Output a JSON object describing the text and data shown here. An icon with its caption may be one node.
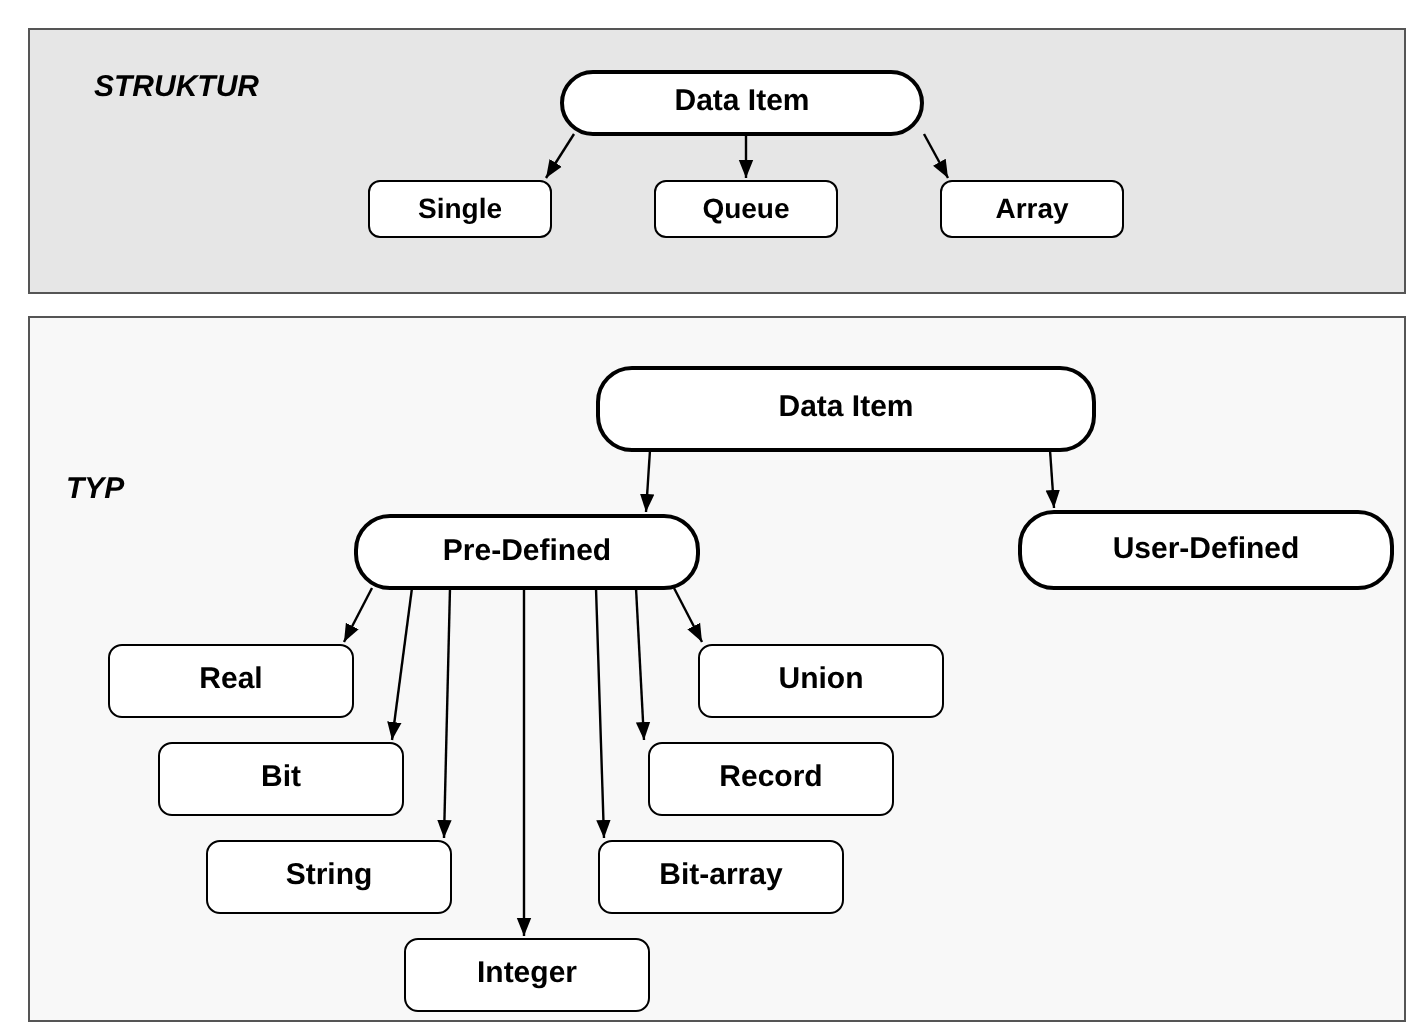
{
  "diagram": {
    "nodes": [
      {
        "text": [
          "STRUKTUR"
        ]
      },
      {
        "text": [
          "Data Item"
        ],
        "in": 0
      },
      {
        "text": [
          "Single"
        ],
        "in": 0
      },
      {
        "text": [
          "Queue"
        ],
        "in": 0
      },
      {
        "text": [
          "Array"
        ],
        "in": 0
      },
      {
        "text": [
          "TYP"
        ]
      },
      {
        "text": [
          "Data Item"
        ],
        "in": 5
      },
      {
        "text": [
          "Pre-Defined"
        ],
        "in": 5
      },
      {
        "text": [
          "User-Defined"
        ],
        "in": 5
      },
      {
        "text": [
          "Real"
        ],
        "in": 5
      },
      {
        "text": [
          "Bit"
        ],
        "in": 5
      },
      {
        "text": [
          "String"
        ],
        "in": 5
      },
      {
        "text": [
          "Integer"
        ],
        "in": 5
      },
      {
        "text": [
          "Bit-array"
        ],
        "in": 5
      },
      {
        "text": [
          "Record"
        ],
        "in": 5
      },
      {
        "text": [
          "Union"
        ],
        "in": 5
      }
    ],
    "edges": [
      {
        "from": 1,
        "to": 2,
        "arrow": "to"
      },
      {
        "from": 1,
        "to": 3,
        "arrow": "to"
      },
      {
        "from": 1,
        "to": 4,
        "arrow": "to"
      },
      {
        "from": 6,
        "to": 7,
        "arrow": "to"
      },
      {
        "from": 6,
        "to": 8,
        "arrow": "to"
      },
      {
        "from": 7,
        "to": 9,
        "arrow": "to"
      },
      {
        "from": 7,
        "to": 10,
        "arrow": "to"
      },
      {
        "from": 7,
        "to": 11,
        "arrow": "to"
      },
      {
        "from": 7,
        "to": 12,
        "arrow": "to"
      },
      {
        "from": 7,
        "to": 13,
        "arrow": "to"
      },
      {
        "from": 7,
        "to": 14,
        "arrow": "to"
      },
      {
        "from": 7,
        "to": 15,
        "arrow": "to"
      }
    ]
  }
}
